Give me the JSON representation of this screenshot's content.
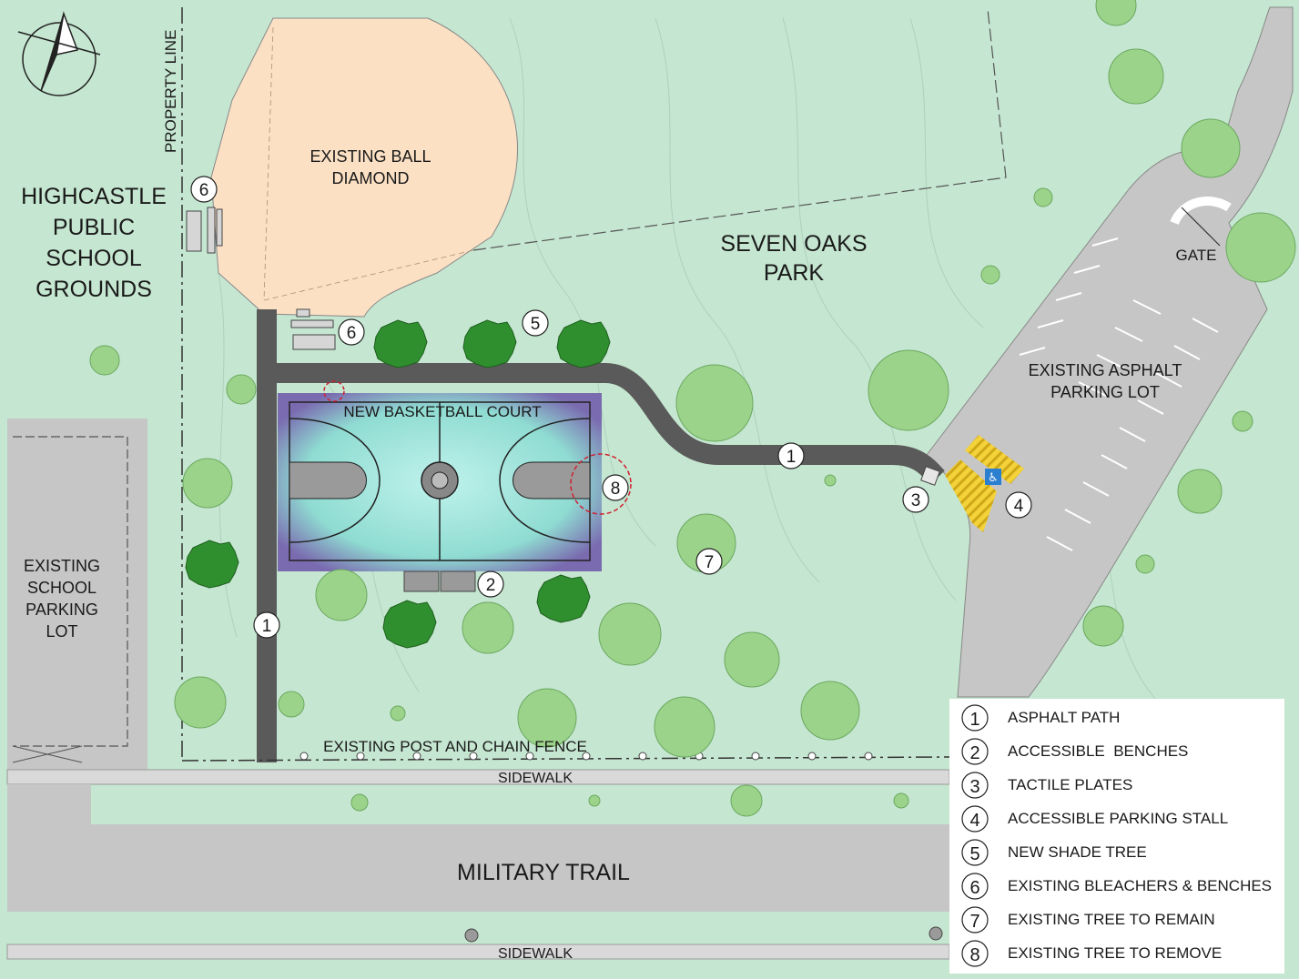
{
  "labels": {
    "property_line": "PROPERTY LINE",
    "ball_diamond": [
      "EXISTING BALL",
      "DIAMOND"
    ],
    "school_grounds": [
      "HIGHCASTLE",
      "PUBLIC",
      "SCHOOL",
      "GROUNDS"
    ],
    "park": [
      "SEVEN OAKS",
      "PARK"
    ],
    "gate": "GATE",
    "asphalt_lot": [
      "EXISTING ASPHALT",
      "PARKING LOT"
    ],
    "basketball_court": "NEW BASKETBALL COURT",
    "school_lot": [
      "EXISTING",
      "SCHOOL",
      "PARKING",
      "LOT"
    ],
    "fence": "EXISTING POST AND CHAIN FENCE",
    "sidewalk_top": "SIDEWALK",
    "road": "MILITARY TRAIL",
    "sidewalk_bottom": "SIDEWALK"
  },
  "markers": {
    "m6a": "6",
    "m6b": "6",
    "m5": "5",
    "m1a": "1",
    "m1b": "1",
    "m2": "2",
    "m3": "3",
    "m4": "4",
    "m7": "7",
    "m8": "8"
  },
  "legend": [
    {
      "num": "1",
      "text": "ASPHALT PATH"
    },
    {
      "num": "2",
      "text": "ACCESSIBLE  BENCHES"
    },
    {
      "num": "3",
      "text": "TACTILE PLATES"
    },
    {
      "num": "4",
      "text": "ACCESSIBLE PARKING STALL"
    },
    {
      "num": "5",
      "text": "NEW SHADE TREE"
    },
    {
      "num": "6",
      "text": "EXISTING BLEACHERS & BENCHES"
    },
    {
      "num": "7",
      "text": "EXISTING TREE TO REMAIN"
    },
    {
      "num": "8",
      "text": "EXISTING TREE TO REMOVE"
    }
  ],
  "colors": {
    "grass": "#c5e6d0",
    "diamond": "#fbe0c4",
    "asphalt": "#c6c6c6",
    "path": "#5a5a5a",
    "court": "#9fe4dc",
    "new_tree": "#2f8f2f",
    "existing_tree": "#9cd38a",
    "tactile": "#f3d23a",
    "remove_circle": "#d02030"
  }
}
